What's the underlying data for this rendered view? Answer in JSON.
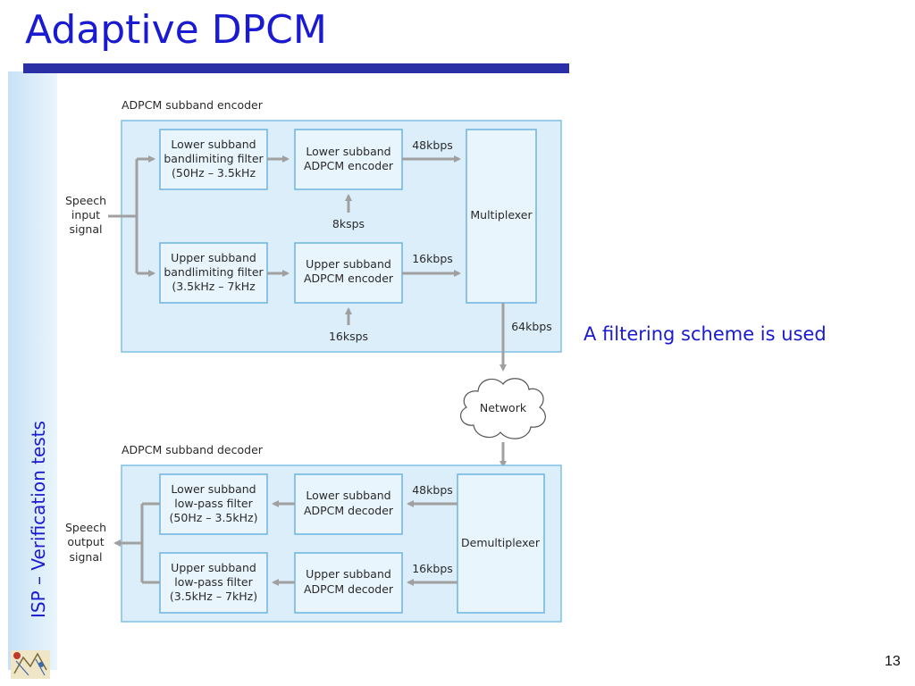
{
  "slide": {
    "title": "Adaptive DPCM",
    "side_label": "ISP – Verification tests",
    "note": "A filtering scheme is used",
    "page_number": "13"
  },
  "encoder": {
    "heading": "ADPCM subband encoder",
    "input": [
      "Speech",
      "input",
      "signal"
    ],
    "lower_filter": [
      "Lower subband",
      "bandlimiting filter",
      "(50Hz – 3.5kHz"
    ],
    "upper_filter": [
      "Upper subband",
      "bandlimiting filter",
      "(3.5kHz – 7kHz"
    ],
    "lower_encoder": [
      "Lower subband",
      "ADPCM encoder"
    ],
    "upper_encoder": [
      "Upper subband",
      "ADPCM encoder"
    ],
    "lower_rate": "48kbps",
    "upper_rate": "16kbps",
    "lower_sampling": "8ksps",
    "upper_sampling": "16ksps",
    "multiplexer": "Multiplexer",
    "output_rate": "64kbps"
  },
  "network": {
    "label": "Network"
  },
  "decoder": {
    "heading": "ADPCM subband decoder",
    "output": [
      "Speech",
      "output",
      "signal"
    ],
    "lower_filter": [
      "Lower subband",
      "low-pass filter",
      "(50Hz – 3.5kHz)"
    ],
    "upper_filter": [
      "Upper subband",
      "low-pass filter",
      "(3.5kHz – 7kHz)"
    ],
    "lower_decoder": [
      "Lower subband",
      "ADPCM decoder"
    ],
    "upper_decoder": [
      "Upper subband",
      "ADPCM decoder"
    ],
    "lower_rate": "48kbps",
    "upper_rate": "16kbps",
    "demultiplexer": "Demultiplexer"
  },
  "colors": {
    "title": "#1a1ad0",
    "rule": "#2b2fa6",
    "panel_fill": "#dbeefa",
    "panel_stroke": "#7fc0e6",
    "block_fill": "#e8f5fd",
    "block_stroke": "#6cb3df",
    "arrow": "#a0a0a0"
  }
}
